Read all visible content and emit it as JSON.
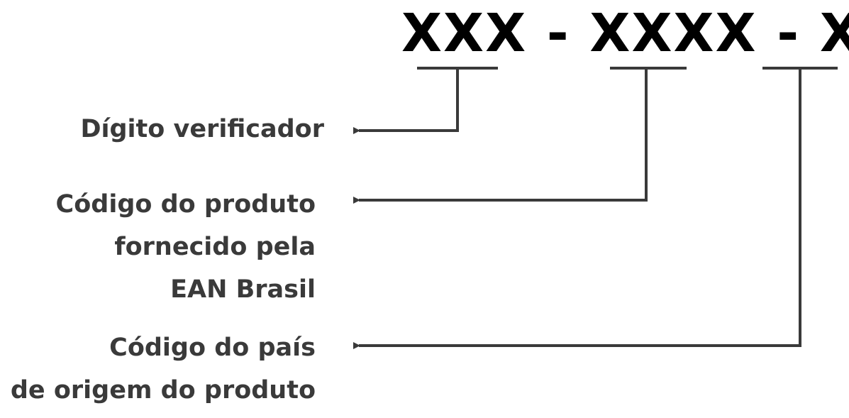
{
  "code_format": "XXX - XXXX - X",
  "labels": {
    "check_digit": "Dígito verificador",
    "product_code": [
      "Código do produto",
      "fornecido pela",
      "EAN Brasil"
    ],
    "country_code": [
      "Código do país",
      "de origem do produto"
    ]
  },
  "colors": {
    "code": "#000000",
    "lines": "#3a3a3a",
    "text": "#3a3a3a"
  }
}
